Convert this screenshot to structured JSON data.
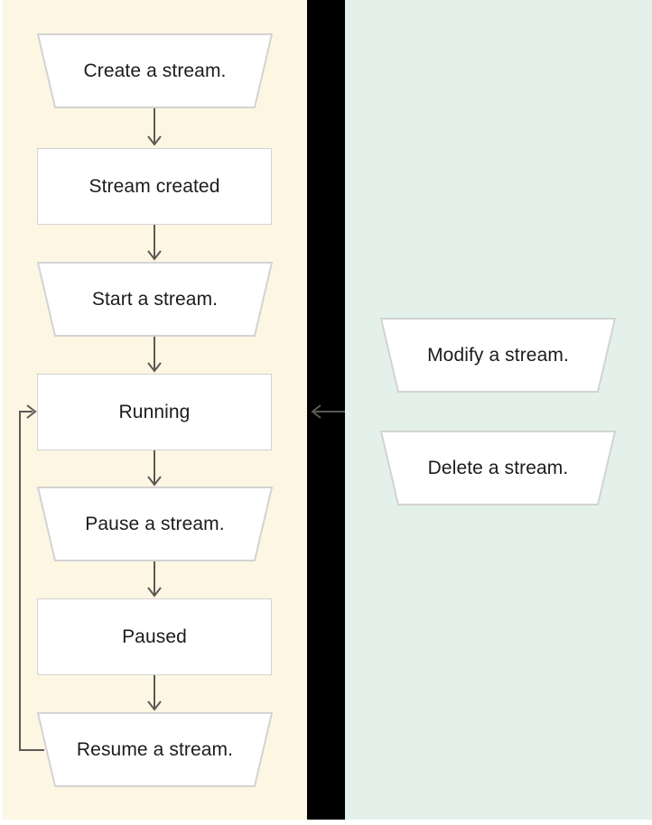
{
  "diagram": {
    "title": "Stream lifecycle flowchart",
    "type": "flowchart",
    "colors": {
      "panel_left_bg": "#fdf6e3",
      "panel_divider_bg": "#000000",
      "panel_right_bg": "#e3f1ea",
      "node_fill": "#ffffff",
      "node_border": "#d3d3d3",
      "edge_stroke": "#5a5a55",
      "text": "#1c1c1c"
    }
  },
  "panels": {
    "left": {
      "name": "lifecycle-panel"
    },
    "divider": {
      "name": "divider-panel"
    },
    "right": {
      "name": "operations-panel"
    }
  },
  "nodes": {
    "create_stream": {
      "label": "Create a stream.",
      "shape": "trapezoid"
    },
    "stream_created": {
      "label": "Stream created",
      "shape": "rectangle"
    },
    "start_stream": {
      "label": "Start a stream.",
      "shape": "trapezoid"
    },
    "running": {
      "label": "Running",
      "shape": "rectangle"
    },
    "pause_stream": {
      "label": "Pause a stream.",
      "shape": "trapezoid"
    },
    "paused": {
      "label": "Paused",
      "shape": "rectangle"
    },
    "resume_stream": {
      "label": "Resume a stream.",
      "shape": "trapezoid"
    },
    "modify_stream": {
      "label": "Modify a stream.",
      "shape": "trapezoid"
    },
    "delete_stream": {
      "label": "Delete a stream.",
      "shape": "trapezoid"
    }
  },
  "edges": [
    {
      "from": "create_stream",
      "to": "stream_created",
      "direction": "down"
    },
    {
      "from": "stream_created",
      "to": "start_stream",
      "direction": "down"
    },
    {
      "from": "start_stream",
      "to": "running",
      "direction": "down"
    },
    {
      "from": "running",
      "to": "pause_stream",
      "direction": "down"
    },
    {
      "from": "pause_stream",
      "to": "paused",
      "direction": "down"
    },
    {
      "from": "paused",
      "to": "resume_stream",
      "direction": "down"
    },
    {
      "from": "resume_stream",
      "to": "running",
      "direction": "loop-left"
    },
    {
      "from": "operations-panel",
      "to": "running",
      "direction": "left"
    }
  ]
}
